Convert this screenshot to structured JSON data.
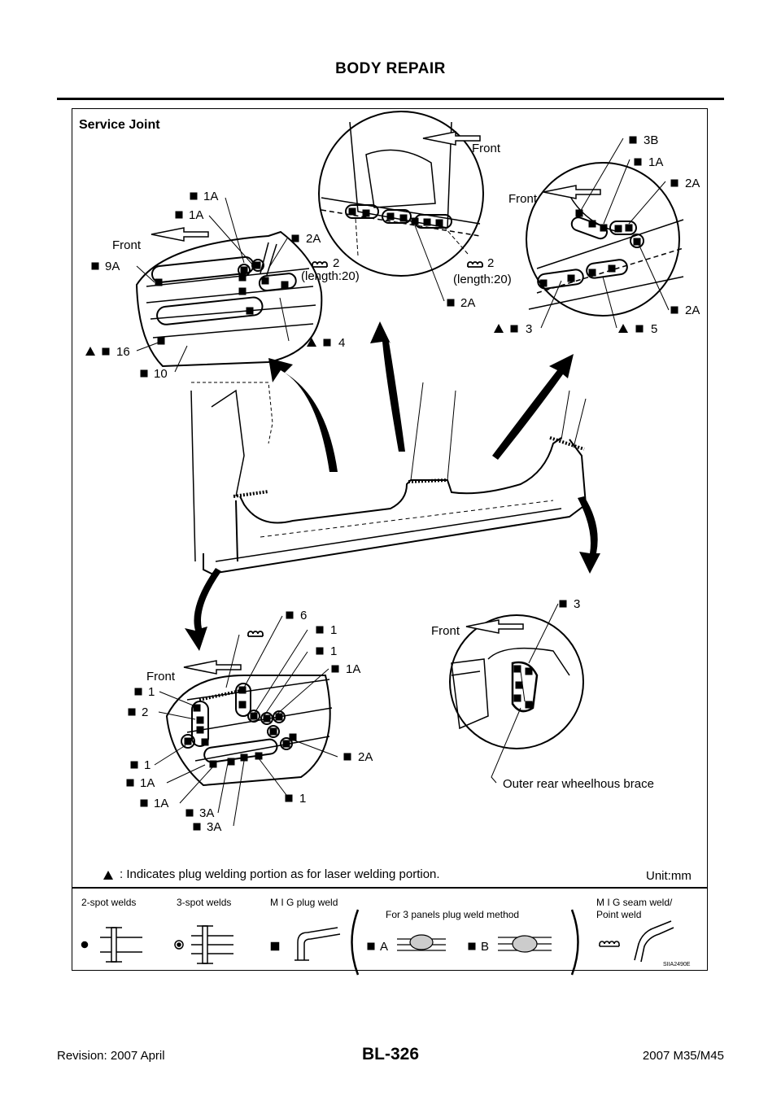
{
  "header": {
    "title": "BODY REPAIR"
  },
  "diagram": {
    "section_title": "Service Joint",
    "front_label": "Front",
    "legend_note": ": Indicates plug welding portion as for laser welding portion.",
    "unit": "Unit:mm",
    "figure_id": "SIIA2490E",
    "callouts": {
      "tl_1a_a": "1A",
      "tl_1a_b": "1A",
      "tl_2a": "2A",
      "tl_9a": "9A",
      "tl_16": "16",
      "tl_10": "10",
      "tl_4": "4",
      "tc_2_a": "2",
      "tc_len_a": "(length:20)",
      "tc_2_b": "2",
      "tc_len_b": "(length:20)",
      "tc_2a": "2A",
      "tr_3b": "3B",
      "tr_1a": "1A",
      "tr_2a_a": "2A",
      "tr_3": "3",
      "tr_5": "5",
      "tr_2a_b": "2A",
      "bl_6": "6",
      "bl_1_a": "1",
      "bl_1_b": "1",
      "bl_1a_a": "1A",
      "bl_1_c": "1",
      "bl_2": "2",
      "bl_1_d": "1",
      "bl_1a_b": "1A",
      "bl_1a_c": "1A",
      "bl_3a_a": "3A",
      "bl_3a_b": "3A",
      "bl_2a": "2A",
      "bl_1_e": "1",
      "br_3": "3",
      "br_brace": "Outer rear wheelhous brace"
    },
    "weld_legend": {
      "two_spot": "2-spot welds",
      "three_spot": "3-spot welds",
      "mig_plug": "M I G plug weld",
      "three_panel": "For 3 panels plug weld method",
      "method_a": "A",
      "method_b": "B",
      "mig_seam_1": "M I G seam weld/",
      "mig_seam_2": "Point weld"
    }
  },
  "footer": {
    "revision": "Revision: 2007 April",
    "page": "BL-326",
    "model": "2007 M35/M45"
  }
}
